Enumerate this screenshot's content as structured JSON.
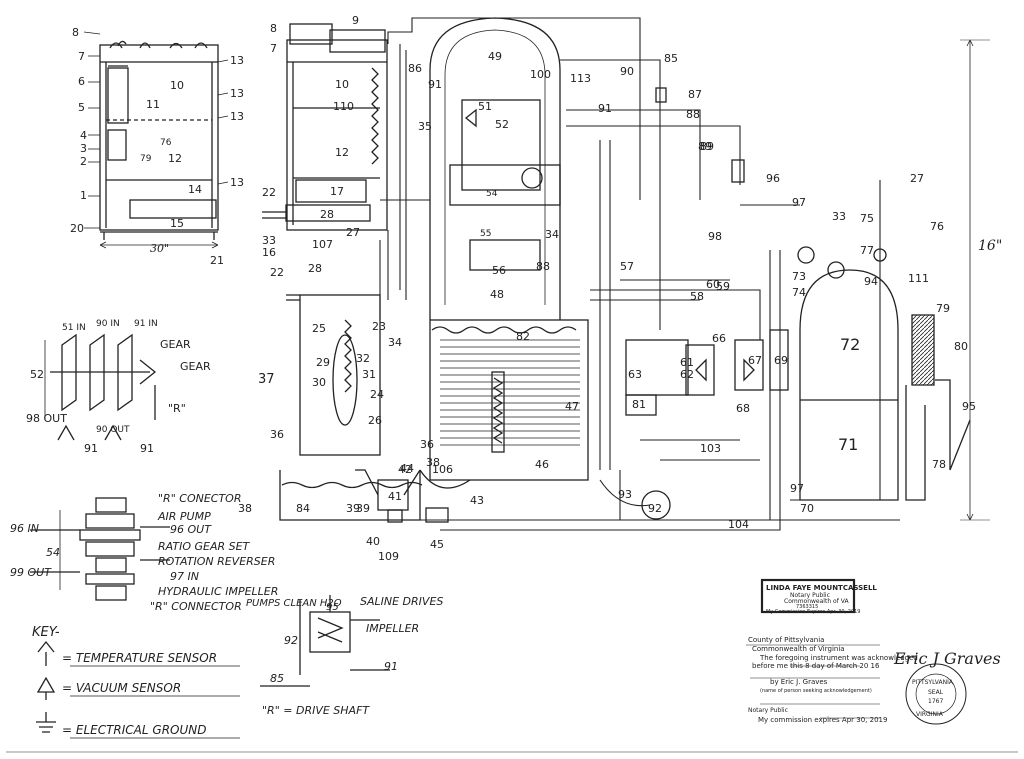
{
  "colors": {
    "paper": "#ffffff",
    "ink": "#222222",
    "stamp": "#000000"
  },
  "labels": {
    "gear_a": "GEAR",
    "gear_b": "GEAR",
    "r_mark": "\"R\"",
    "r_conector": "\"R\" CONECTOR",
    "air_pump": "AIR PUMP",
    "out_96": "96 OUT",
    "in_96": "96 IN",
    "ratio_gear": "RATIO GEAR SET",
    "rotation_reverser": "ROTATION REVERSER",
    "in_97": "97 IN",
    "out_99": "99 OUT",
    "hydraulic_impeller": "HYDRAULIC IMPELLER",
    "r_connector": "\"R\" CONNECTOR",
    "pumps_clean": "PUMPS CLEAN H2O",
    "saline_drives": "SALINE DRIVES",
    "impeller": "IMPELLER",
    "drive_shaft": "\"R\" = DRIVE SHAFT",
    "width_dim": "30\"",
    "height_dim": "16\""
  },
  "key": {
    "title": "KEY-",
    "items": [
      "= TEMPERATURE SENSOR",
      "= VACUUM SENSOR",
      "= ELECTRICAL GROUND"
    ]
  },
  "callouts": {
    "left": [
      "8",
      "7",
      "6",
      "5",
      "4",
      "3",
      "2",
      "1",
      "20"
    ],
    "cabinet_a": [
      "10",
      "11",
      "76",
      "12",
      "79",
      "14",
      "15",
      "13",
      "13",
      "13",
      "13",
      "21"
    ],
    "cabinet_b": [
      "9",
      "8",
      "7",
      "10",
      "110",
      "12",
      "17",
      "28",
      "22",
      "33",
      "16",
      "107",
      "27",
      "86",
      "91"
    ],
    "tank": [
      "49",
      "100",
      "113",
      "90",
      "85",
      "51",
      "52",
      "34",
      "35",
      "36",
      "38",
      "39",
      "48",
      "47",
      "46",
      "56",
      "88",
      "82",
      "106",
      "109",
      "43",
      "93",
      "92",
      "104",
      "54",
      "55",
      "89"
    ],
    "right": [
      "87",
      "88",
      "91",
      "89",
      "96",
      "97",
      "98",
      "57",
      "58",
      "59",
      "60",
      "61",
      "62",
      "63",
      "81",
      "103",
      "66",
      "67",
      "68",
      "69",
      "33",
      "75",
      "76",
      "77",
      "72",
      "71",
      "70",
      "73",
      "74",
      "78",
      "79",
      "80",
      "94",
      "95",
      "97",
      "111",
      "27"
    ],
    "lower_left": [
      "52",
      "51 IN",
      "90 IN",
      "91 IN",
      "98 OUT",
      "90 OUT",
      "91",
      "91",
      "54",
      "22",
      "28",
      "25",
      "23",
      "29",
      "37",
      "30",
      "31",
      "32",
      "34",
      "36",
      "38",
      "84",
      "39",
      "40",
      "41",
      "42",
      "45",
      "44",
      "26",
      "24"
    ],
    "impeller_block": [
      "92",
      "95",
      "85",
      "91"
    ]
  },
  "notary": {
    "stamp_lines": [
      "LINDA FAYE MOUNTCASSELL",
      "Notary Public",
      "Commonwealth of VA",
      "7363315",
      "My Commission Expires Apr. 30, 2019"
    ],
    "county": "County of Pittsylvania",
    "commonwealth": "Commonwealth of Virginia",
    "ack": "The foregoing instrument was acknowledged",
    "before": "before me this 8 day of March 20 16",
    "by": "by Eric J. Graves",
    "by_note": "(name of person seeking acknowledgement)",
    "notary_public": "Notary Public",
    "expires": "My commission expires Apr 30, 2019",
    "signature": "Eric J Graves",
    "seal_lines": [
      "PITTSYLVANIA",
      "SEAL",
      "1767",
      "VIRGINIA"
    ]
  }
}
